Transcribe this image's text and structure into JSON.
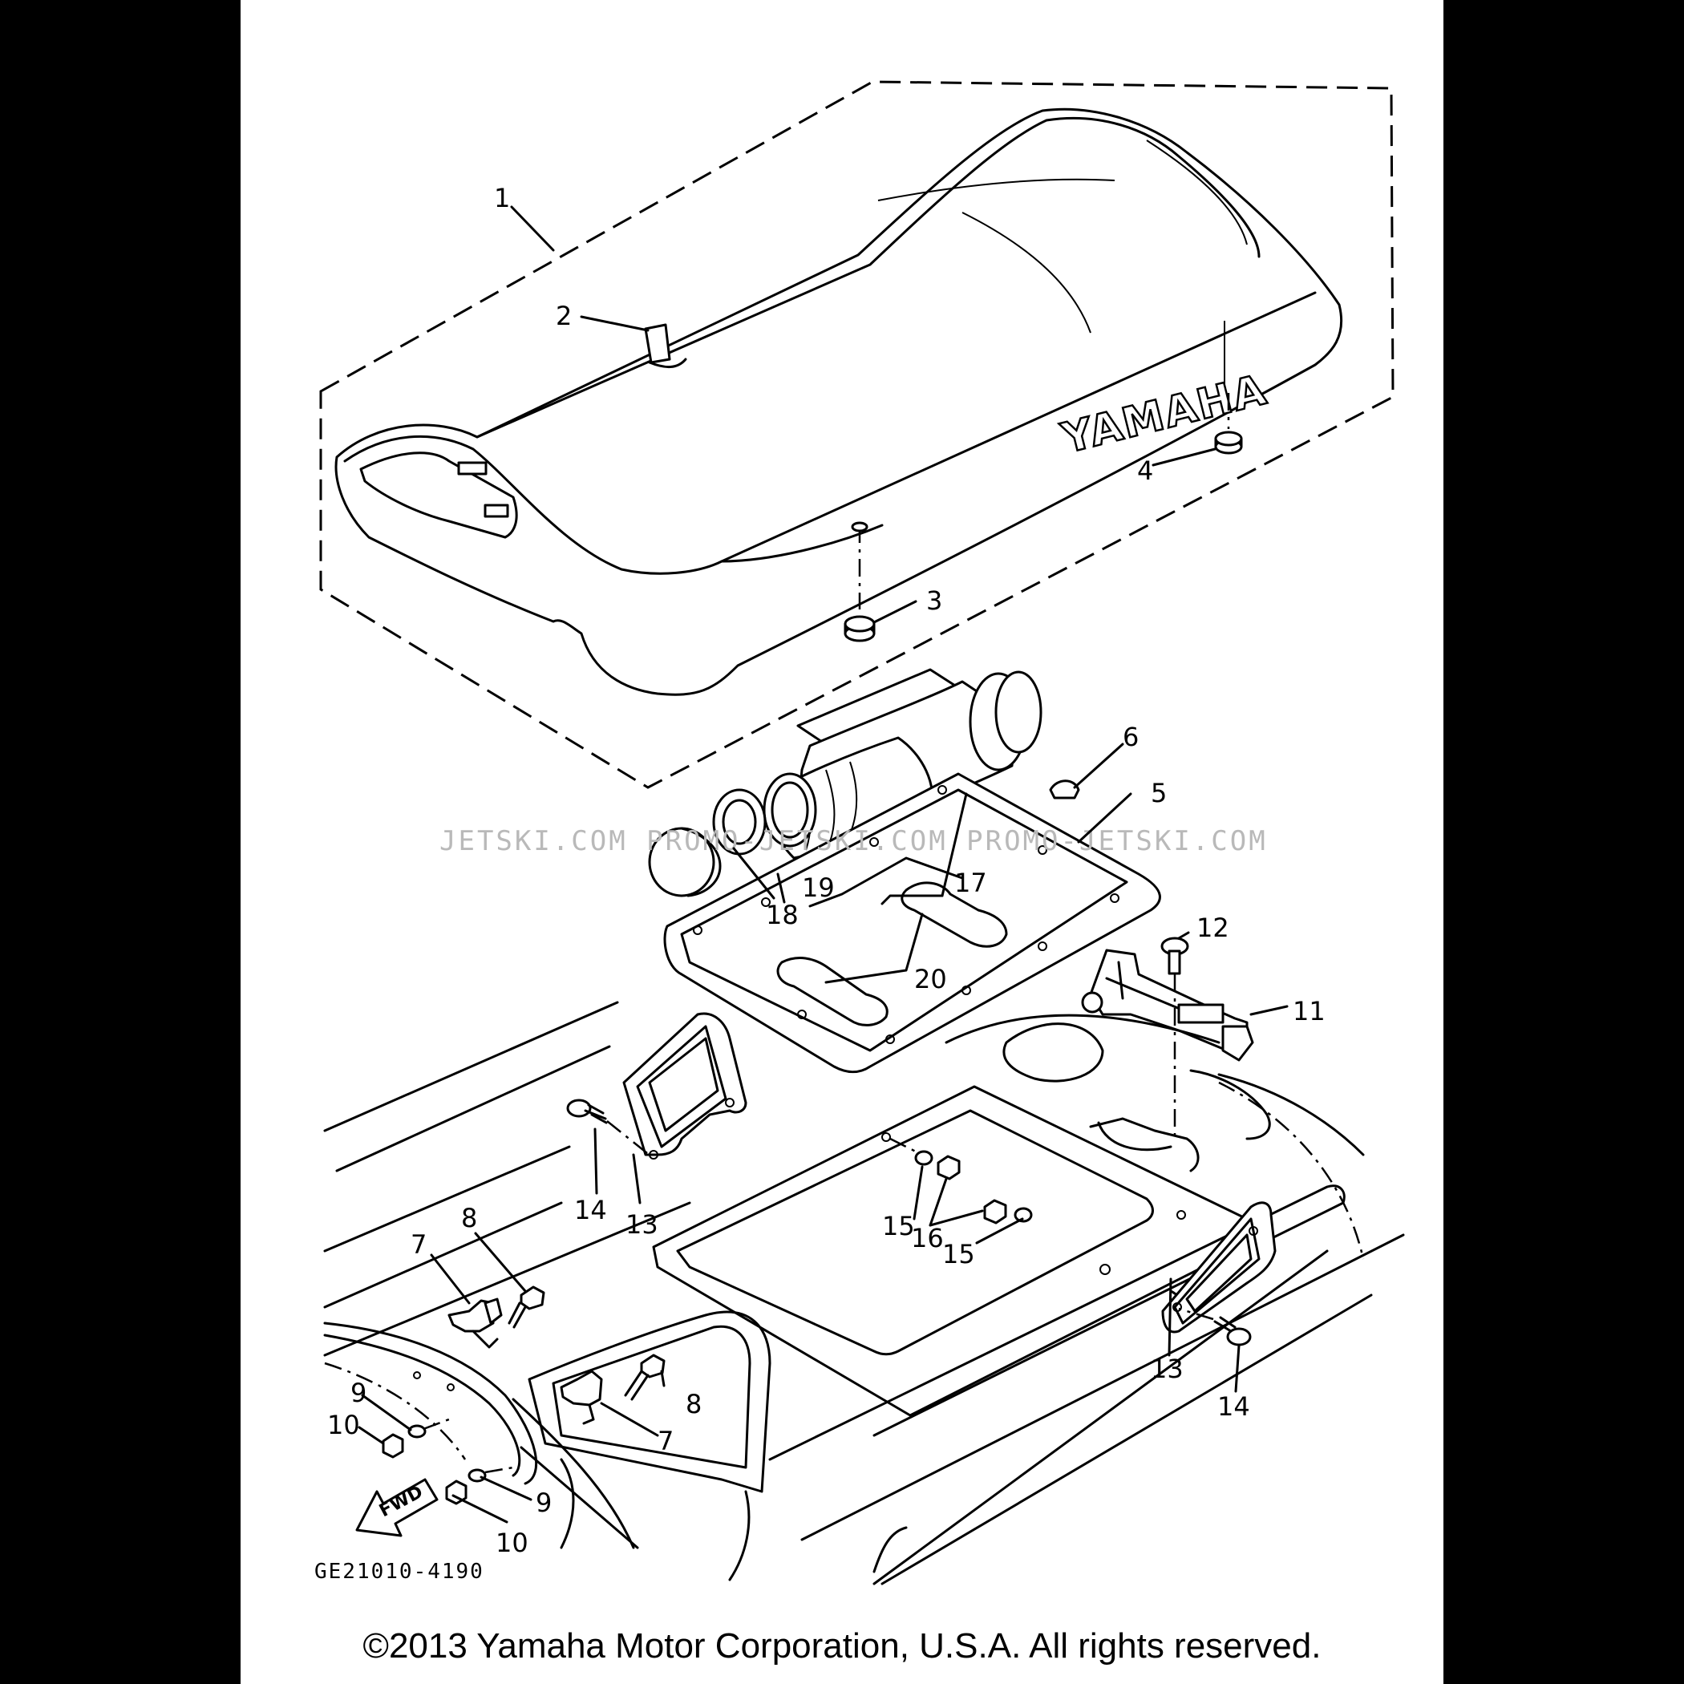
{
  "diagram": {
    "brand_text": "YAMAHA",
    "direction_label": "FWD",
    "drawing_code": "GE21010-4190",
    "watermark": "JETSKI.COM  PROMO-JETSKI.COM  PROMO-JETSKI.COM",
    "callouts": [
      "1",
      "2",
      "3",
      "4",
      "5",
      "6",
      "7",
      "7",
      "8",
      "8",
      "9",
      "9",
      "10",
      "10",
      "11",
      "12",
      "13",
      "13",
      "14",
      "14",
      "15",
      "15",
      "16",
      "17",
      "18",
      "19",
      "20"
    ]
  },
  "footer": {
    "copyright": "©2013 Yamaha Motor Corporation, U.S.A. All rights reserved."
  }
}
